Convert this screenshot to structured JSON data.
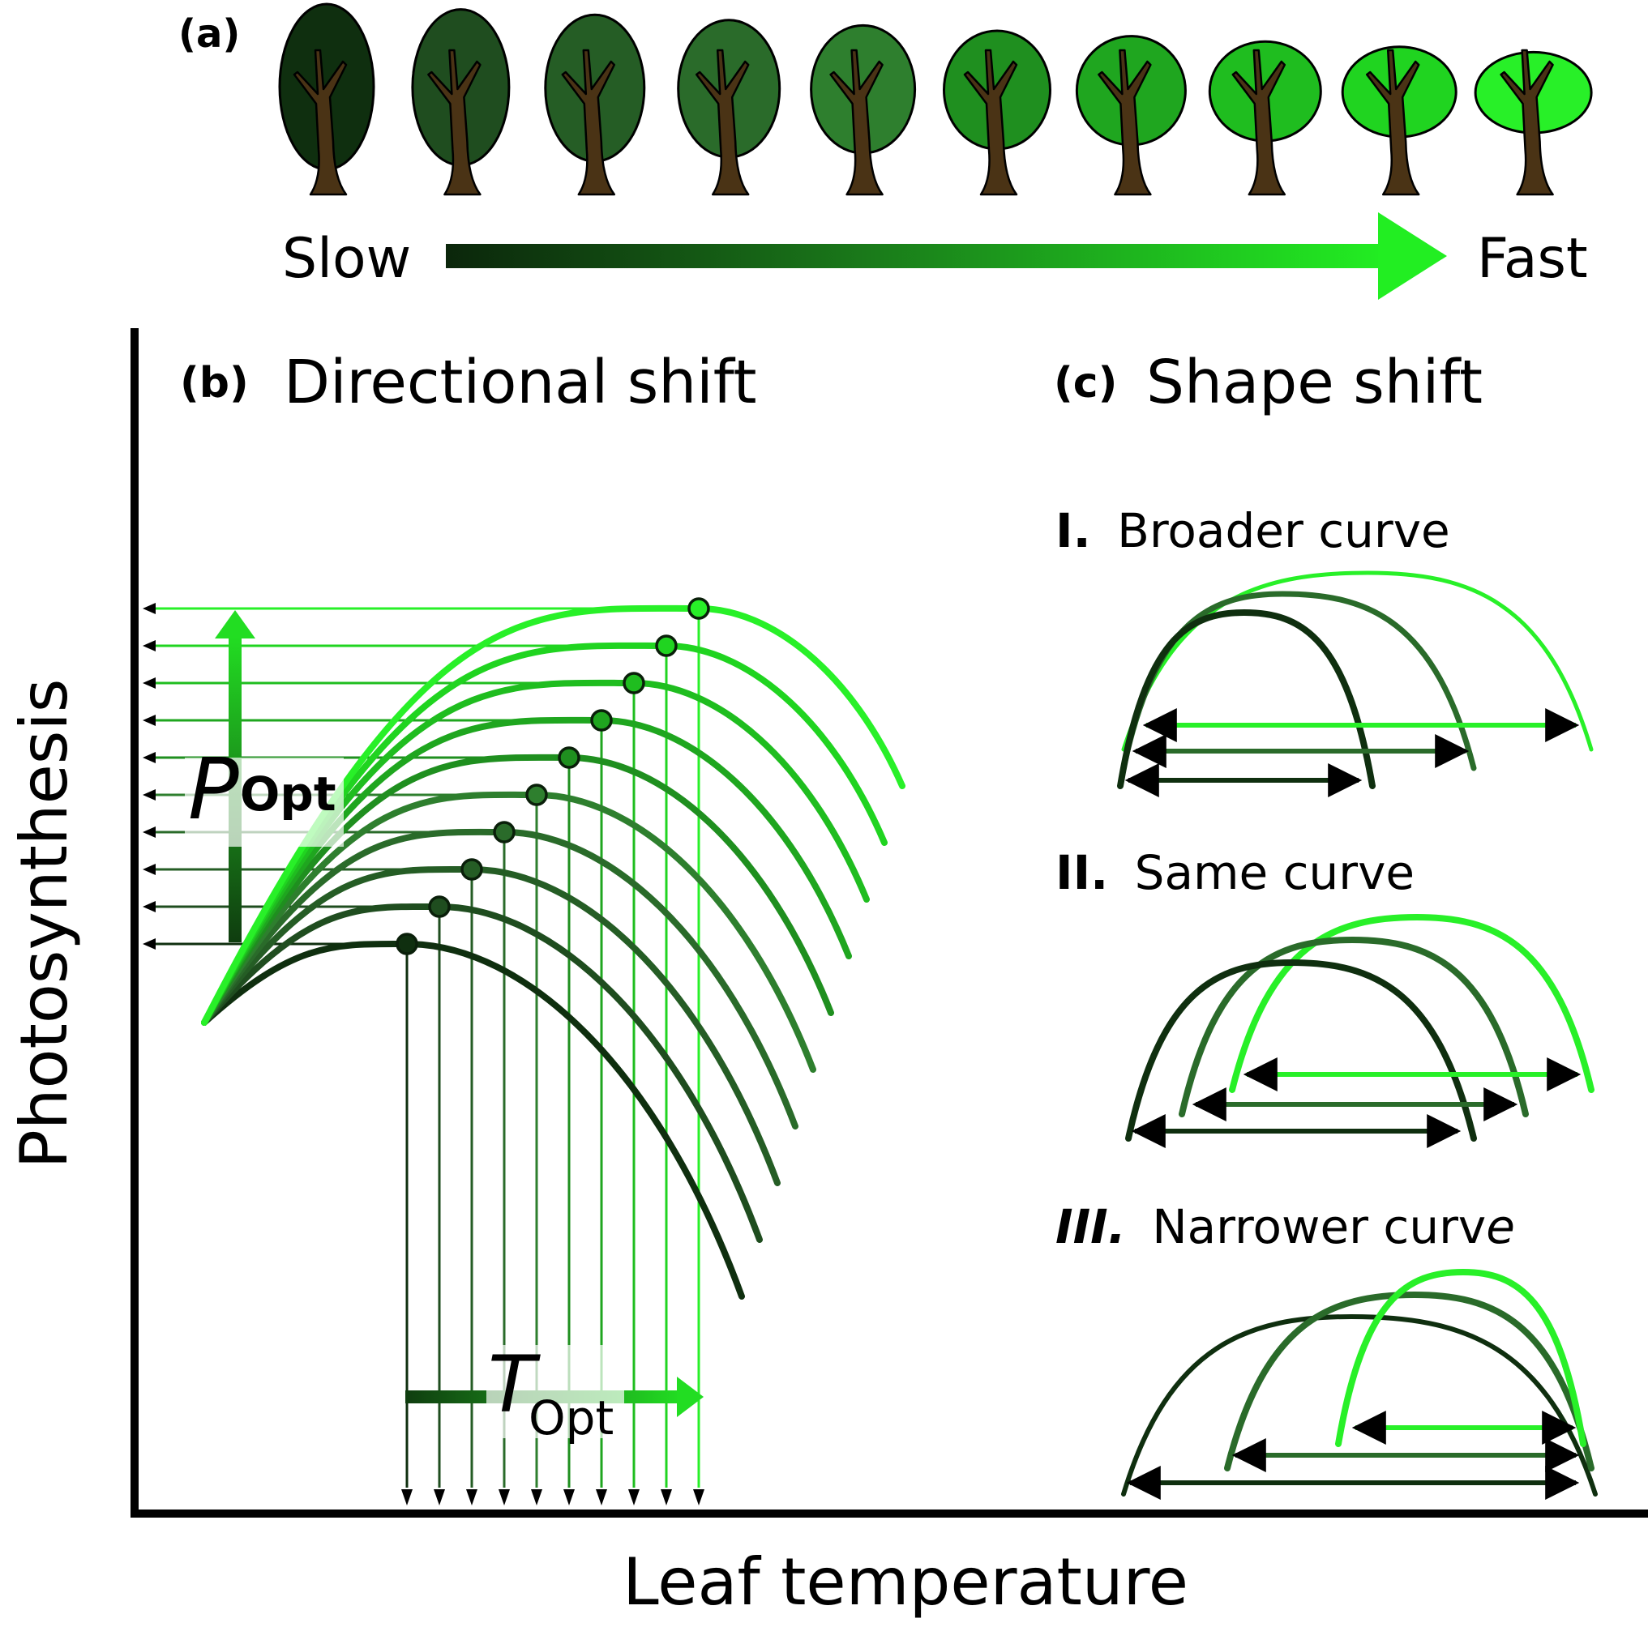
{
  "colors": {
    "gradient": [
      "#0f2f0f",
      "#1f4d1f",
      "#255d25",
      "#2a6b2a",
      "#2e7f2e",
      "#1f8f1f",
      "#1fa61f",
      "#1fbd1f",
      "#20d420",
      "#28f028"
    ],
    "trunk": "#4a3315",
    "axis": "#000000"
  },
  "panel_a": {
    "label": "(a)",
    "slow_label": "Slow",
    "fast_label": "Fast",
    "tree_count": 10
  },
  "panel_b": {
    "label": "(b)",
    "title": "Directional shift",
    "p_opt_main": "P",
    "p_opt_sub": "Opt",
    "t_opt_main": "T",
    "t_opt_sub": "Opt",
    "curve_count": 10
  },
  "panel_c": {
    "label": "(c)",
    "title": "Shape shift",
    "sub1_roman": "I.",
    "sub1_text": "Broader curve",
    "sub2_roman": "II.",
    "sub2_text": "Same curve",
    "sub3_roman": "III.",
    "sub3_text": "Narrower curv",
    "sub3_text_italic": "e"
  },
  "axes": {
    "ylabel": "Photosynthesis",
    "xlabel": "Leaf temperature"
  }
}
